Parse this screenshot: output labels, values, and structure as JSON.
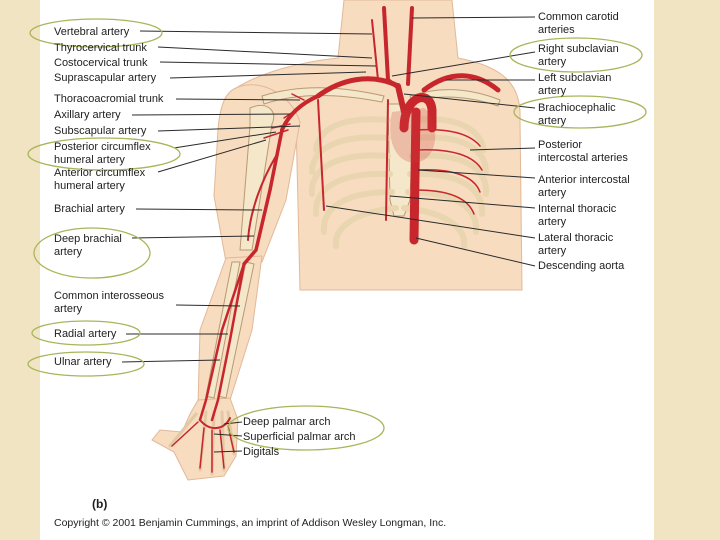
{
  "left_labels": [
    {
      "id": "vertebral",
      "text": "Vertebral artery"
    },
    {
      "id": "thyrocervical",
      "text": "Thyrocervical trunk"
    },
    {
      "id": "costocervical",
      "text": "Costocervical trunk"
    },
    {
      "id": "suprascapular",
      "text": "Suprascapular artery"
    },
    {
      "id": "thoracoacromial",
      "text": "Thoracoacromial trunk"
    },
    {
      "id": "axillary",
      "text": "Axillary artery"
    },
    {
      "id": "subscapular",
      "text": "Subscapular artery"
    },
    {
      "id": "post_circumflex",
      "text": "Posterior circumflex\nhumeral artery"
    },
    {
      "id": "ant_circumflex",
      "text": "Anterior circumflex\nhumeral artery"
    },
    {
      "id": "brachial",
      "text": "Brachial artery"
    },
    {
      "id": "deep_brachial",
      "text": "Deep brachial\nartery"
    },
    {
      "id": "common_interosseous",
      "text": "Common interosseous\nartery"
    },
    {
      "id": "radial",
      "text": "Radial artery"
    },
    {
      "id": "ulnar",
      "text": "Ulnar artery"
    }
  ],
  "right_labels": [
    {
      "id": "common_carotid",
      "text": "Common carotid\narteries"
    },
    {
      "id": "right_subclavian",
      "text": "Right subclavian\nartery"
    },
    {
      "id": "left_subclavian",
      "text": "Left subclavian\nartery"
    },
    {
      "id": "brachiocephalic",
      "text": "Brachiocephalic\nartery"
    },
    {
      "id": "post_intercostal",
      "text": "Posterior\nintercostal arteries"
    },
    {
      "id": "ant_intercostal",
      "text": "Anterior intercostal\nartery"
    },
    {
      "id": "internal_thoracic",
      "text": "Internal thoracic\nartery"
    },
    {
      "id": "lateral_thoracic",
      "text": "Lateral thoracic\nartery"
    },
    {
      "id": "descending_aorta",
      "text": "Descending aorta"
    }
  ],
  "hand_labels": [
    {
      "id": "deep_palmar",
      "text": "Deep palmar arch"
    },
    {
      "id": "superficial_palmar",
      "text": "Superficial palmar arch"
    },
    {
      "id": "digitals",
      "text": "Digitals"
    }
  ],
  "panel_letter": "(b)",
  "copyright": "Copyright © 2001 Benjamin Cummings, an imprint of Addison Wesley Longman, Inc.",
  "colors": {
    "slide_background": "#f1e4c3",
    "panel_background": "#ffffff",
    "skin": "#f7dcc0",
    "bone": "#f4e7ca",
    "artery": "#c7262c",
    "leader_line": "#2a2a2a",
    "highlight_outline": "#a8b55a"
  }
}
